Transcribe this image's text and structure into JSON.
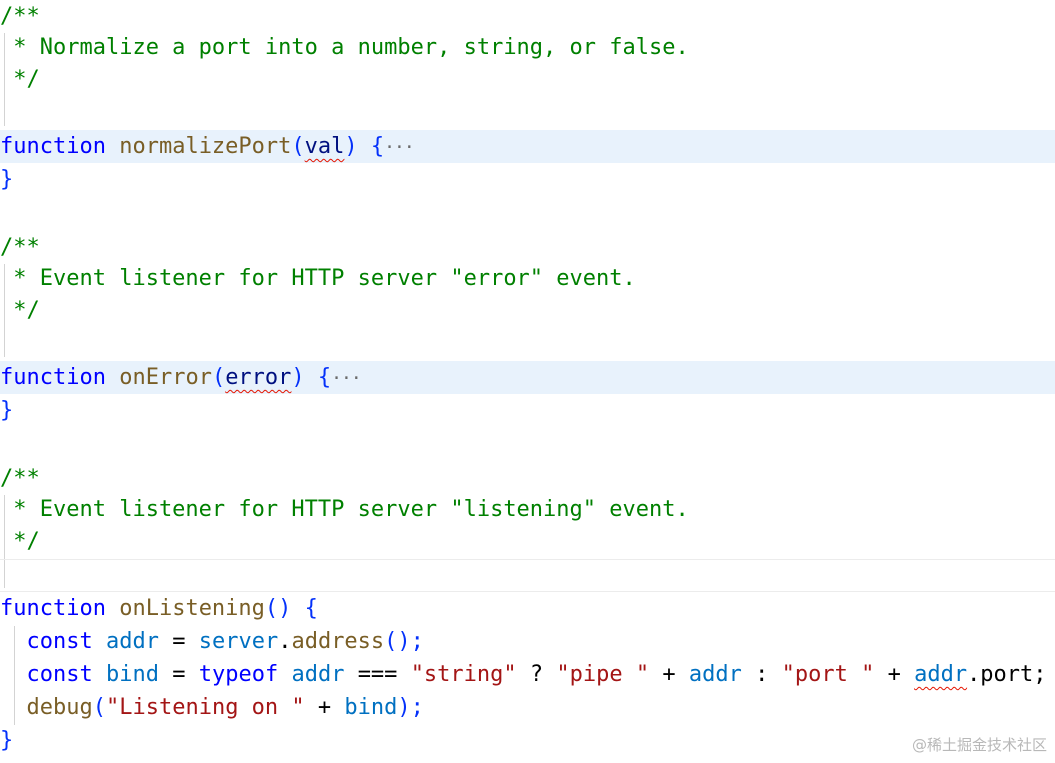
{
  "editor": {
    "block1": {
      "comment_open": "/**",
      "comment_text": " * Normalize a port into a number, string, or false.",
      "comment_close": " */",
      "keyword": "function",
      "name": "normalizePort",
      "paren_open": "(",
      "param": "val",
      "paren_close": ")",
      "brace_open": "{",
      "fold_marker": "···",
      "brace_close": "}"
    },
    "block2": {
      "comment_open": "/**",
      "comment_text": " * Event listener for HTTP server \"error\" event.",
      "comment_close": " */",
      "keyword": "function",
      "name": "onError",
      "paren_open": "(",
      "param": "error",
      "paren_close": ")",
      "brace_open": "{",
      "fold_marker": "···",
      "brace_close": "}"
    },
    "block3": {
      "comment_open": "/**",
      "comment_text": " * Event listener for HTTP server \"listening\" event.",
      "comment_close": " */",
      "keyword": "function",
      "name": "onListening",
      "parens": "()",
      "brace_open": "{",
      "body": {
        "l1_kw": "const",
        "l1_var": "addr",
        "l1_eq": "=",
        "l1_obj": "server",
        "l1_dot": ".",
        "l1_method": "address",
        "l1_call": "();",
        "l2_kw": "const",
        "l2_var": "bind",
        "l2_eq": "=",
        "l2_typeof": "typeof",
        "l2_addr": "addr",
        "l2_cmp": "===",
        "l2_str1": "\"string\"",
        "l2_q": "?",
        "l2_str2": "\"pipe \"",
        "l2_plus1": "+",
        "l2_addr2": "addr",
        "l2_colon": ":",
        "l2_str3": "\"port \"",
        "l2_plus2": "+",
        "l2_addr3": "addr",
        "l2_prop": ".port;",
        "l3_fn": "debug",
        "l3_open": "(",
        "l3_str": "\"Listening on \"",
        "l3_plus": "+",
        "l3_var": "bind",
        "l3_close": ");"
      },
      "brace_close": "}"
    }
  },
  "watermark": "@稀土掘金技术社区",
  "colors": {
    "comment": "#008000",
    "keyword": "#0000ff",
    "function_name": "#795e26",
    "parameter": "#001080",
    "variable": "#0070c1",
    "string": "#a31515",
    "folded_line_bg": "#e8f2fc",
    "error_squiggle": "#e51400"
  }
}
